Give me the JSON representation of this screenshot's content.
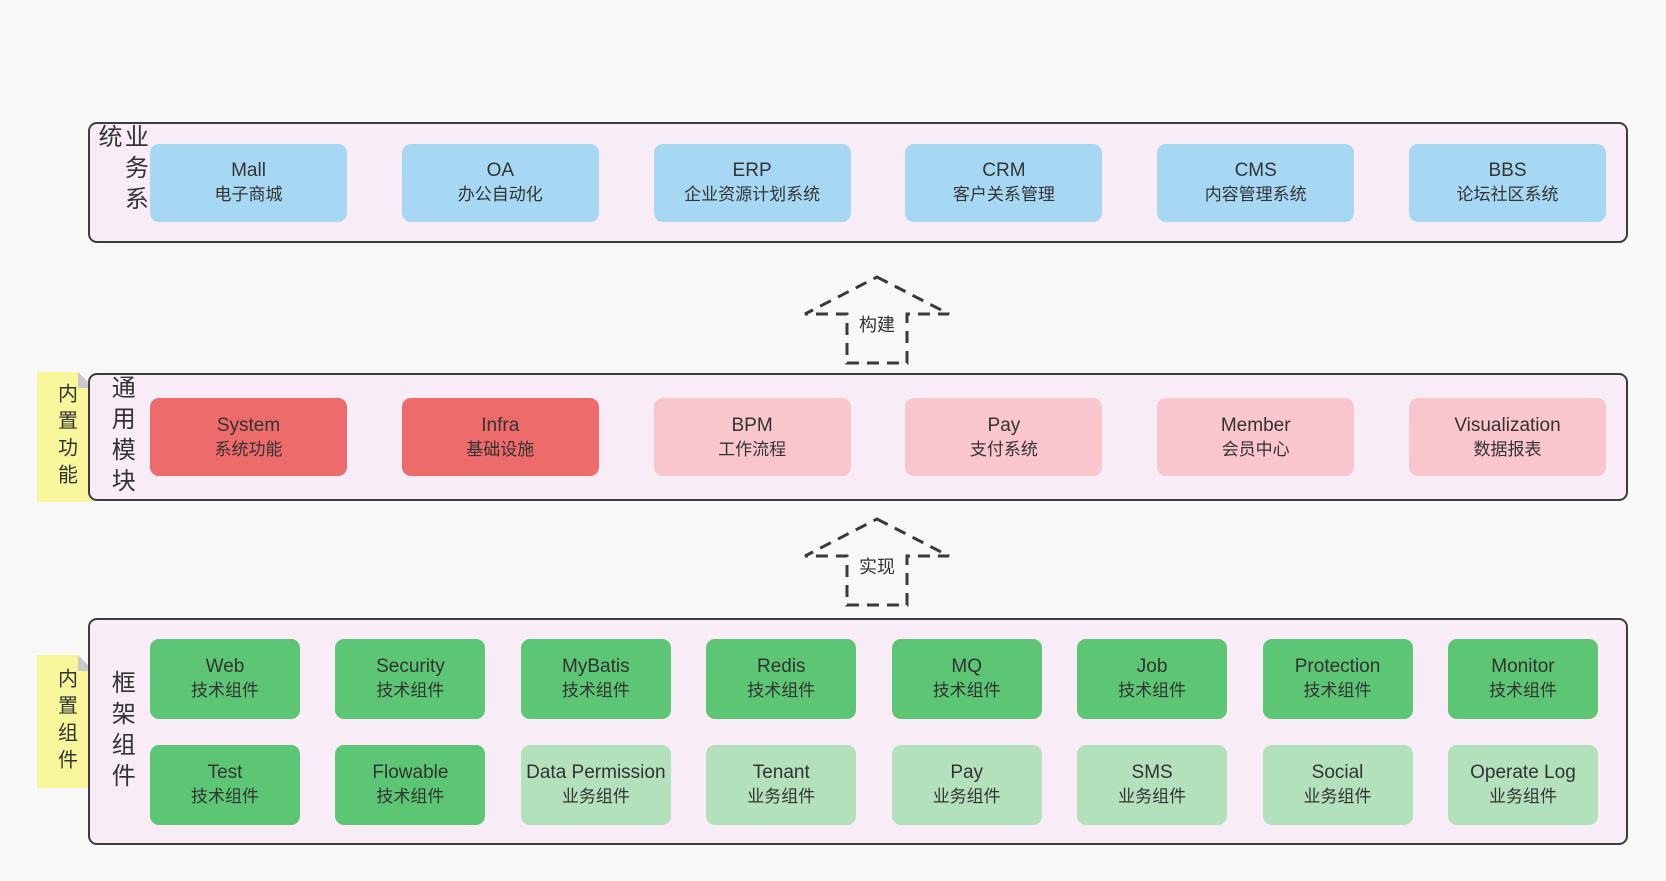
{
  "page": {
    "background": "#f8f8f8"
  },
  "bands": [
    {
      "label": "业务系统",
      "boxes": [
        {
          "name": "Mall",
          "desc": "电子商城"
        },
        {
          "name": "OA",
          "desc": "办公自动化"
        },
        {
          "name": "ERP",
          "desc": "企业资源计划系统"
        },
        {
          "name": "CRM",
          "desc": "客户关系管理"
        },
        {
          "name": "CMS",
          "desc": "内容管理系统"
        },
        {
          "name": "BBS",
          "desc": "论坛社区系统"
        }
      ]
    },
    {
      "label": "通用模块",
      "note": "内置功能",
      "boxes": [
        {
          "name": "System",
          "desc": "系统功能"
        },
        {
          "name": "Infra",
          "desc": "基础设施"
        },
        {
          "name": "BPM",
          "desc": "工作流程"
        },
        {
          "name": "Pay",
          "desc": "支付系统"
        },
        {
          "name": "Member",
          "desc": "会员中心"
        },
        {
          "name": "Visualization",
          "desc": "数据报表"
        }
      ]
    },
    {
      "label": "框架组件",
      "note": "内置组件",
      "rows": [
        [
          {
            "name": "Web",
            "desc": "技术组件"
          },
          {
            "name": "Security",
            "desc": "技术组件"
          },
          {
            "name": "MyBatis",
            "desc": "技术组件"
          },
          {
            "name": "Redis",
            "desc": "技术组件"
          },
          {
            "name": "MQ",
            "desc": "技术组件"
          },
          {
            "name": "Job",
            "desc": "技术组件"
          },
          {
            "name": "Protection",
            "desc": "技术组件"
          },
          {
            "name": "Monitor",
            "desc": "技术组件"
          }
        ],
        [
          {
            "name": "Test",
            "desc": "技术组件"
          },
          {
            "name": "Flowable",
            "desc": "技术组件"
          },
          {
            "name": "Data Permission",
            "desc": "业务组件"
          },
          {
            "name": "Tenant",
            "desc": "业务组件"
          },
          {
            "name": "Pay",
            "desc": "业务组件"
          },
          {
            "name": "SMS",
            "desc": "业务组件"
          },
          {
            "name": "Social",
            "desc": "业务组件"
          },
          {
            "name": "Operate Log",
            "desc": "业务组件"
          }
        ]
      ]
    }
  ],
  "arrows": [
    {
      "label": "构建"
    },
    {
      "label": "实现"
    }
  ],
  "colors": {
    "band_bg": "#f8edf6",
    "band_border": "#3d3d3d",
    "blue_box": "#a7d8f3",
    "red_box": "#ee6b6c",
    "pink_box": "#f9c6cd",
    "green_box": "#5cc674",
    "light_green_box": "#b3e1bc",
    "note_yellow": "#f8f69b",
    "note_fold": "#c9c9c9",
    "text": "#333333"
  }
}
